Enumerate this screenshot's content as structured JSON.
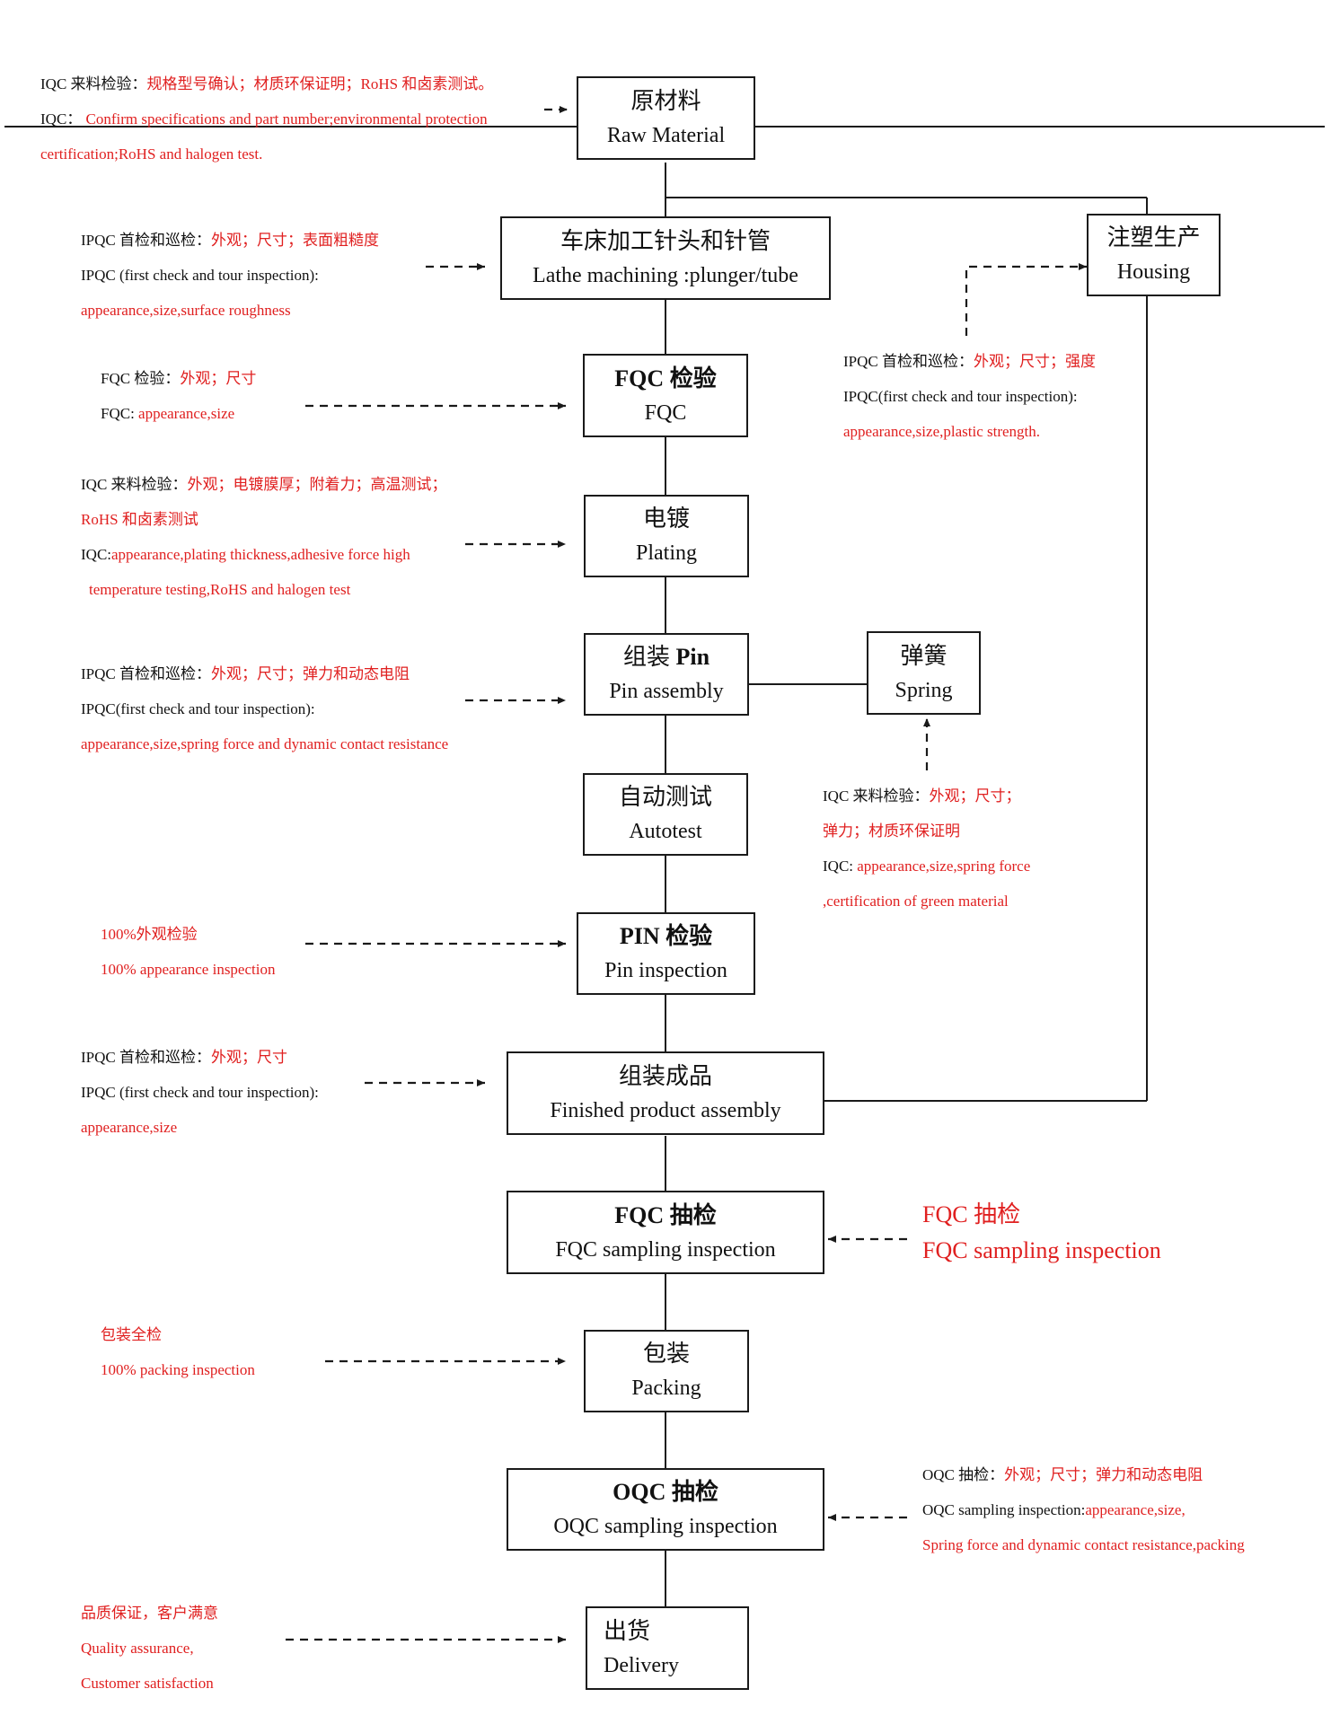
{
  "steps": {
    "raw_material": {
      "zh": "原材料",
      "en": "Raw Material"
    },
    "lathe": {
      "zh": "车床加工针头和针管",
      "en": "Lathe machining :plunger/tube"
    },
    "housing": {
      "zh": "注塑生产",
      "en": "Housing"
    },
    "fqc": {
      "zh_bold": "FQC",
      "zh": "检验",
      "en": "FQC"
    },
    "plating": {
      "zh": "电镀",
      "en": "Plating"
    },
    "pin_assembly": {
      "zh": "组装",
      "zh_bold": "Pin",
      "en": "Pin assembly"
    },
    "spring": {
      "zh": "弹簧",
      "en": "Spring"
    },
    "autotest": {
      "zh": "自动测试",
      "en": "Autotest"
    },
    "pin_inspection": {
      "zh_bold": "PIN",
      "zh": "检验",
      "en": "Pin inspection"
    },
    "finished_assembly": {
      "zh": "组装成品",
      "en": "Finished product assembly"
    },
    "fqc_sampling": {
      "zh_bold": "FQC",
      "zh": "抽检",
      "en": "FQC sampling inspection"
    },
    "packing": {
      "zh": "包装",
      "en": "Packing"
    },
    "oqc_sampling": {
      "zh_bold": "OQC",
      "zh": "抽检",
      "en": "OQC sampling inspection"
    },
    "delivery": {
      "zh": "出货",
      "en": "Delivery"
    }
  },
  "notes": {
    "raw_material": {
      "l1_k": "IQC 来料检验：",
      "l1_r": "规格型号确认；材质环保证明；RoHS 和卤素测试。",
      "l2_k": "IQC：",
      "l2_r": "Confirm specifications and part number;environmental protection",
      "l3_r": "certification;RoHS and halogen test."
    },
    "lathe": {
      "l1_k": "IPQC 首检和巡检：",
      "l1_r": "外观；尺寸；表面粗糙度",
      "l2_k": "IPQC (first check and tour inspection):",
      "l3_r": "appearance,size,surface roughness"
    },
    "housing": {
      "l1_k": "IPQC 首检和巡检：",
      "l1_r": "外观；尺寸；强度",
      "l2_k": "IPQC(first check and tour inspection):",
      "l3_r": "appearance,size,plastic strength."
    },
    "fqc": {
      "l1_k": "FQC 检验：",
      "l1_r": "外观；尺寸",
      "l2_k": "FQC: ",
      "l2_r": "appearance,size"
    },
    "plating": {
      "l1_k": "IQC 来料检验：",
      "l1_r": "外观；电镀膜厚；附着力；高温测试；",
      "l2_r": "RoHS 和卤素测试",
      "l3_k": "IQC:",
      "l3_r": "appearance,plating thickness,adhesive force high",
      "l4_r": "temperature testing,RoHS and halogen test"
    },
    "pin_assembly": {
      "l1_k": "IPQC 首检和巡检：",
      "l1_r": "外观；尺寸；弹力和动态电阻",
      "l2_k": "IPQC(first check and tour inspection):",
      "l3_r": "appearance,size,spring force and dynamic contact resistance"
    },
    "spring": {
      "l1_k": "IQC 来料检验：",
      "l1_r": "外观；尺寸；",
      "l2_r": "弹力；材质环保证明",
      "l3_k": "IQC:",
      "l3_r": "appearance,size,spring force",
      "l4_r": ",certification of green material"
    },
    "pin_inspection": {
      "l1_r": "100%外观检验",
      "l2_r": "100% appearance inspection"
    },
    "finished_assembly": {
      "l1_k": "IPQC 首检和巡检：",
      "l1_r": "外观；尺寸",
      "l2_k": "IPQC (first check and tour inspection):",
      "l3_r": "appearance,size"
    },
    "fqc_sampling": {
      "l1_r": "FQC 抽检",
      "l2_r": "FQC sampling inspection"
    },
    "packing": {
      "l1_r": "包装全检",
      "l2_r": "100% packing inspection"
    },
    "oqc_sampling": {
      "l1_k": "OQC 抽检：",
      "l1_r": "外观；尺寸；弹力和动态电阻",
      "l2_k": "OQC sampling inspection:",
      "l2_r": "appearance,size,",
      "l3_r": "Spring force and dynamic contact resistance,packing"
    },
    "delivery": {
      "l1_r": "品质保证，客户满意",
      "l2_r": "Quality assurance,",
      "l3_r": "Customer satisfaction"
    }
  },
  "colors": {
    "text": "#111111",
    "highlight": "#e02020",
    "line": "#1a1a1a"
  }
}
